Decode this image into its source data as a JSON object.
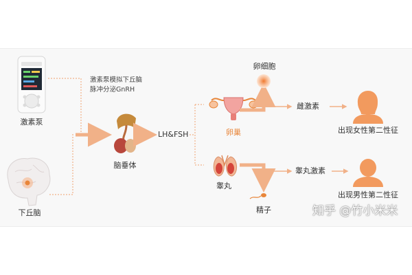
{
  "nodes": {
    "pump": "激素泵",
    "hypothalamus": "下丘脑",
    "pituitary": "脑垂体",
    "lh_fsh": "LH&FSH",
    "ovary": "卵巢",
    "testis": "睾丸",
    "egg": "卵细胞",
    "sperm": "精子",
    "estrogen": "雌激素",
    "testosterone": "睾丸激素",
    "female_traits": "出现女性第二性征",
    "male_traits": "出现男性第二性征"
  },
  "note": {
    "line1": "激素泵模拟下丘脑",
    "line2": "脉冲分泌GnRH"
  },
  "watermark": "知乎 @竹小米米",
  "colors": {
    "accent": "#e8863a",
    "arrow": "#f1b188",
    "panel": "#f8f8f8"
  }
}
